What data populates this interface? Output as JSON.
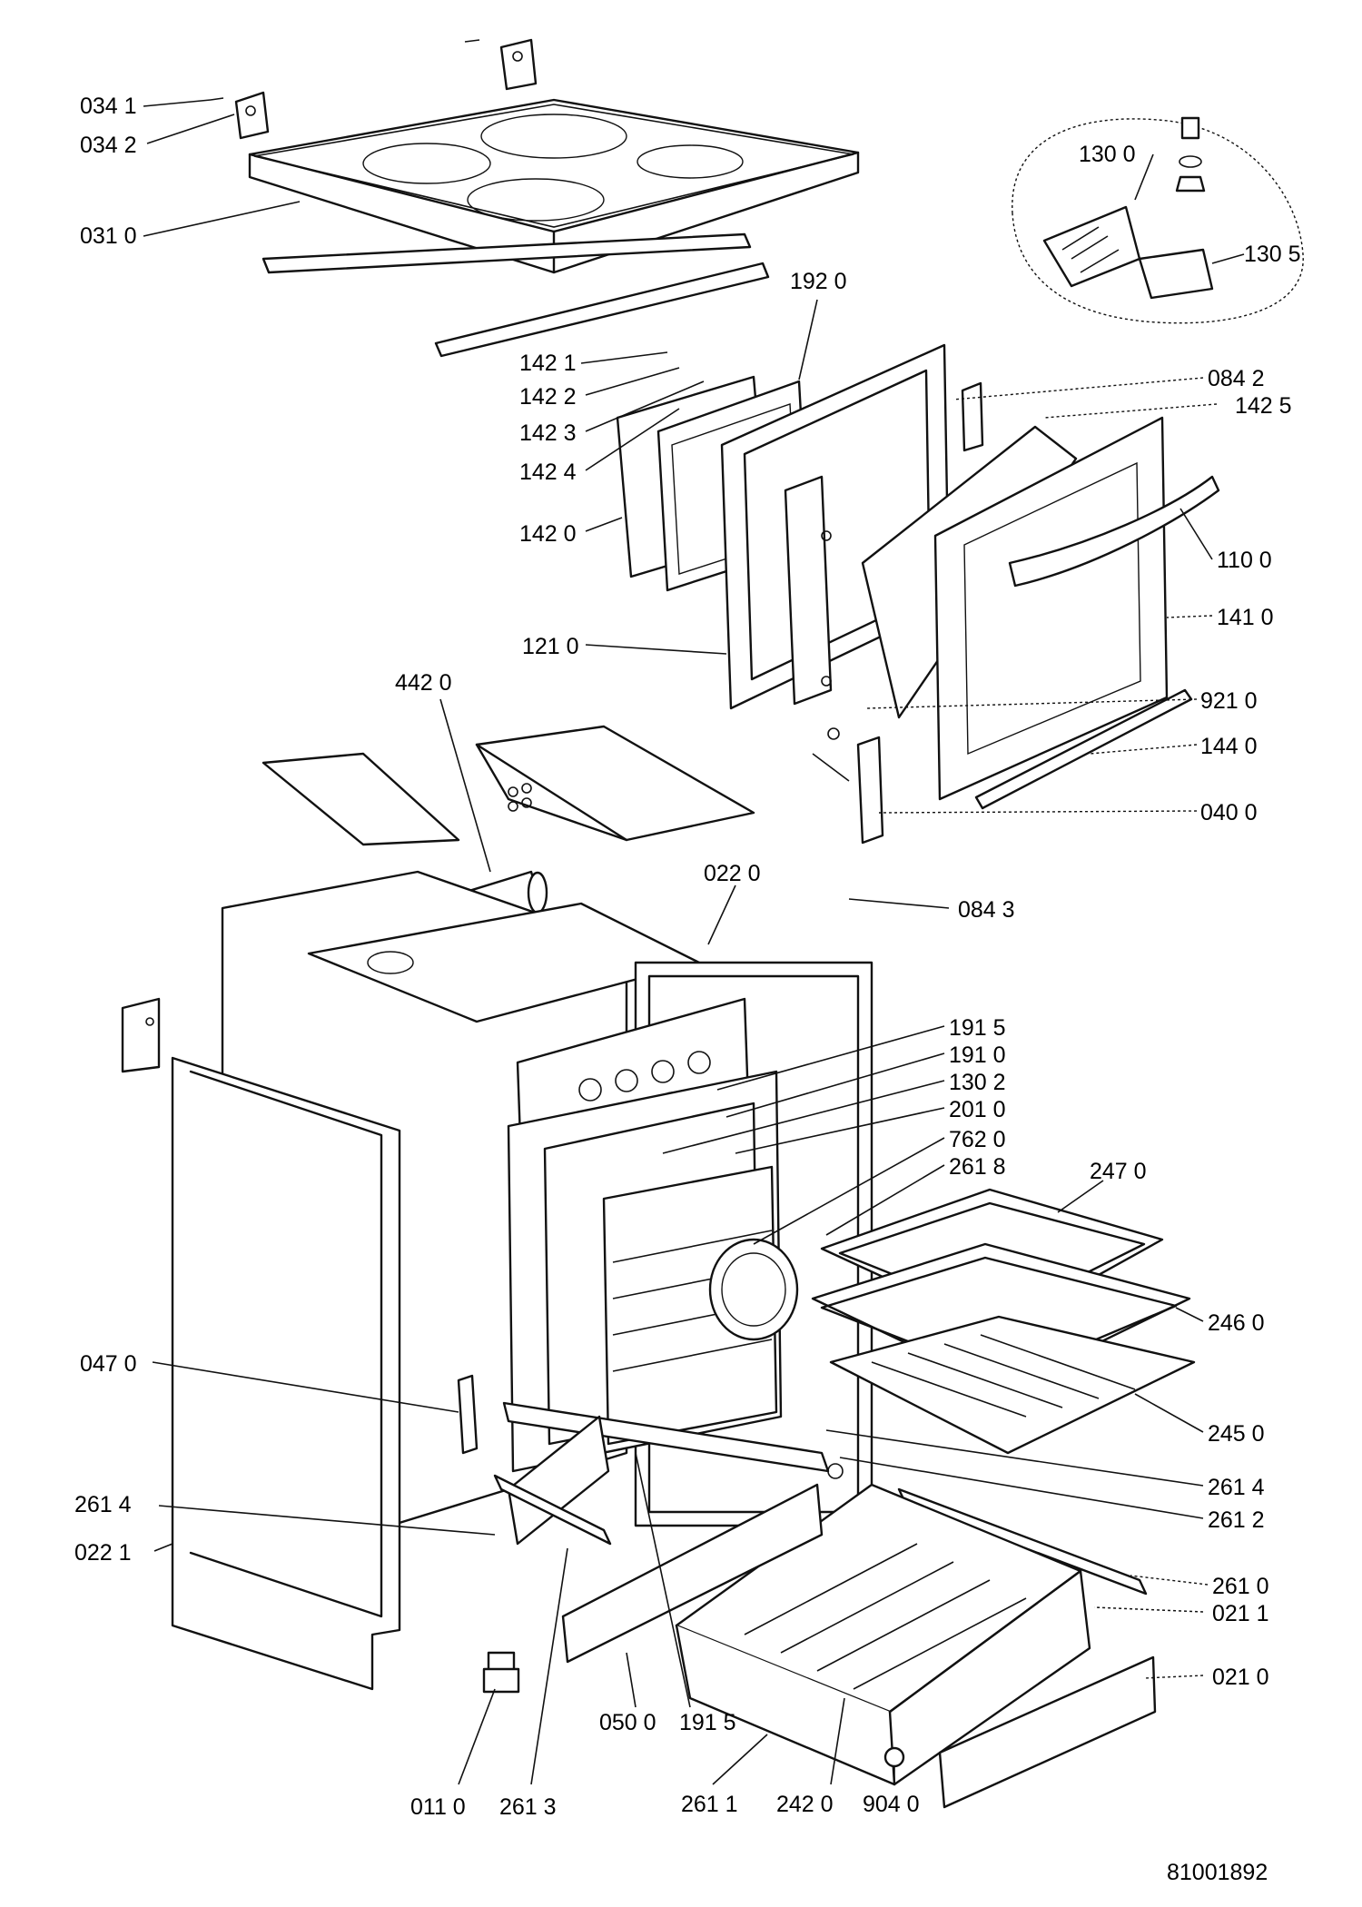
{
  "document_number": "81001892",
  "labels": {
    "p0341": "034 1",
    "p0342": "034 2",
    "p0310": "031 0",
    "p1300": "130 0",
    "p1305": "130 5",
    "p1920": "192 0",
    "p1421": "142 1",
    "p1422": "142 2",
    "p1423": "142 3",
    "p1424": "142 4",
    "p1420": "142 0",
    "p0842": "084 2",
    "p1425": "142 5",
    "p1100": "110 0",
    "p1410": "141 0",
    "p1210": "121 0",
    "p4420": "442 0",
    "p9210": "921 0",
    "p1440": "144 0",
    "p0400": "040 0",
    "p0220": "022 0",
    "p0843": "084 3",
    "p1915a": "191 5",
    "p1910": "191 0",
    "p1302": "130 2",
    "p2010": "201 0",
    "p7620": "762 0",
    "p2618": "261 8",
    "p2470": "247 0",
    "p2460": "246 0",
    "p0470": "047 0",
    "p2450": "245 0",
    "p2614a": "261 4",
    "p2614b": "261 4",
    "p2612": "261 2",
    "p0221": "022 1",
    "p2610": "261 0",
    "p0211": "021 1",
    "p0210": "021 0",
    "p0500": "050 0",
    "p1915b": "191 5",
    "p0110": "011 0",
    "p2613": "261 3",
    "p2611": "261 1",
    "p2420": "242 0",
    "p9040": "904 0"
  }
}
